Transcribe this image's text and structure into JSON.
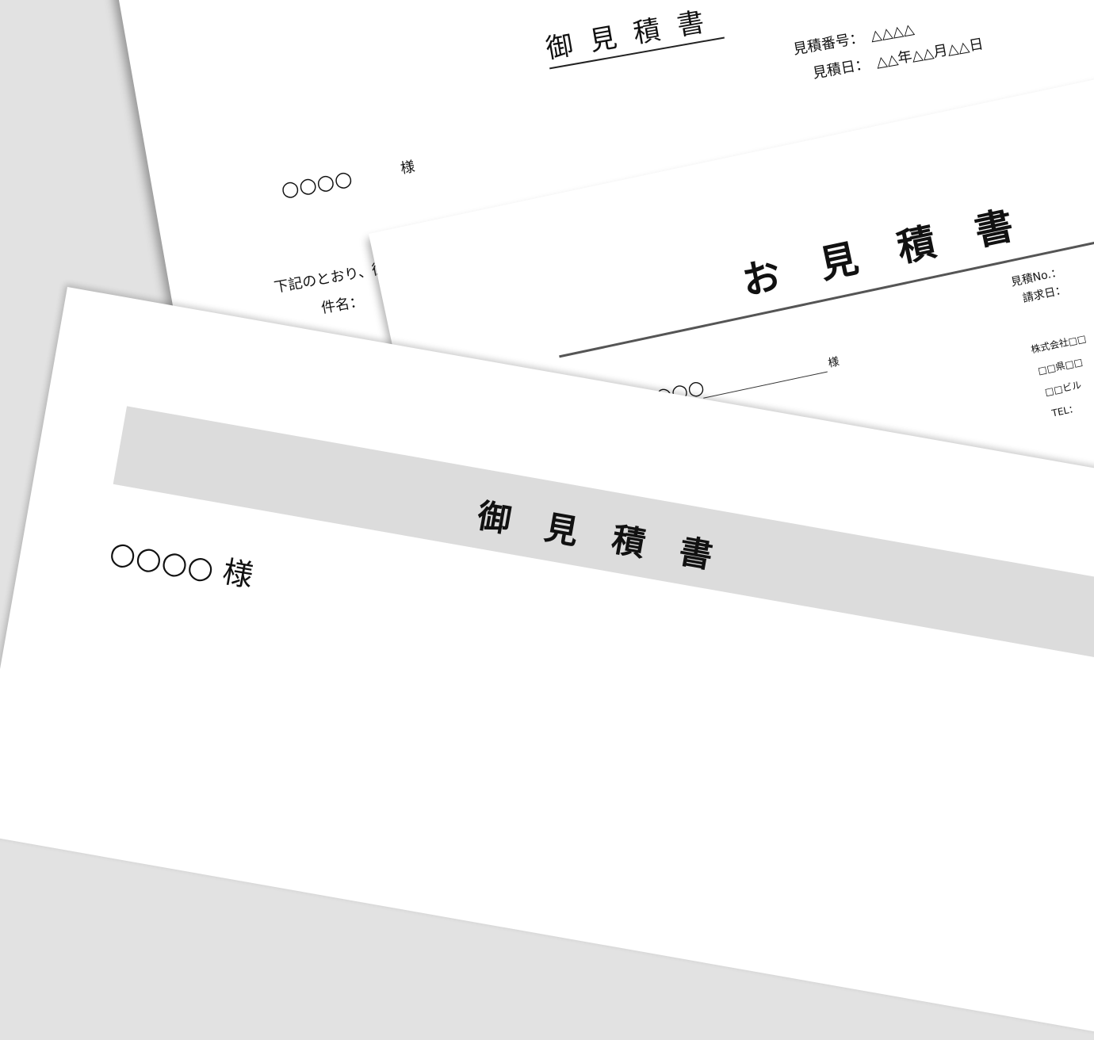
{
  "back": {
    "title": "御見積書",
    "number_label": "見積番号：　△△△△",
    "date_label": "見積日：　△△年△△月△△日",
    "customer": "○○○○",
    "honorific": "様",
    "intro": "下記のとおり、御",
    "subject_label": "件名："
  },
  "middle": {
    "title": "お見積書",
    "number_label": "見積No.：",
    "date_label": "請求日：",
    "company": "株式会社□□",
    "address1": "□□県□□",
    "address2": "□□ビル",
    "tel": "TEL：",
    "customer": "○○○○",
    "honorific": "様"
  },
  "front": {
    "title": "御見積書",
    "customer": "○○○○ 様"
  }
}
